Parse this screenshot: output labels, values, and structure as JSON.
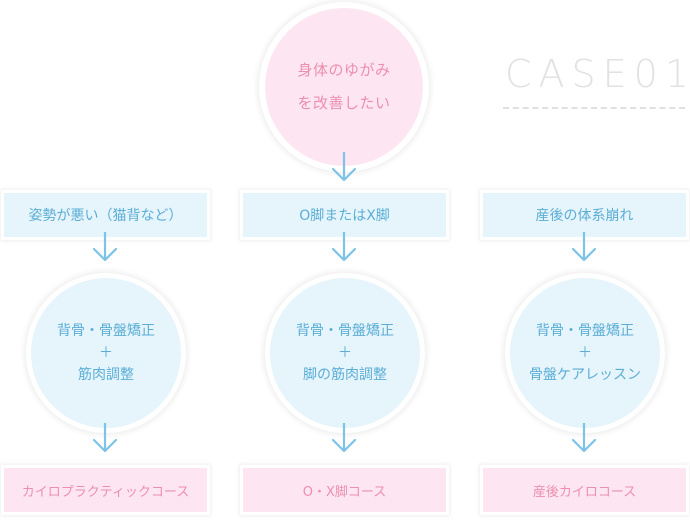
{
  "top": {
    "line1": "身体のゆがみ",
    "line2": "を改善したい"
  },
  "case_label": "CASE01",
  "columns": [
    {
      "problem": "姿勢が悪い（猫背など）",
      "treatment_line1": "背骨・骨盤矯正",
      "plus": "＋",
      "treatment_line2": "筋肉調整",
      "course": "カイロプラクティックコース"
    },
    {
      "problem": "O脚またはX脚",
      "treatment_line1": "背骨・骨盤矯正",
      "plus": "＋",
      "treatment_line2": "脚の筋肉調整",
      "course": "O・X脚コース"
    },
    {
      "problem": "産後の体系崩れ",
      "treatment_line1": "背骨・骨盤矯正",
      "plus": "＋",
      "treatment_line2": "骨盤ケアレッスン",
      "course": "産後カイロコース"
    }
  ],
  "colors": {
    "pink_fill": "#fde6f1",
    "pink_text": "#ec8fae",
    "blue_fill": "#e6f4fb",
    "blue_text": "#5aaed6",
    "arrow": "#7cc3e6"
  }
}
